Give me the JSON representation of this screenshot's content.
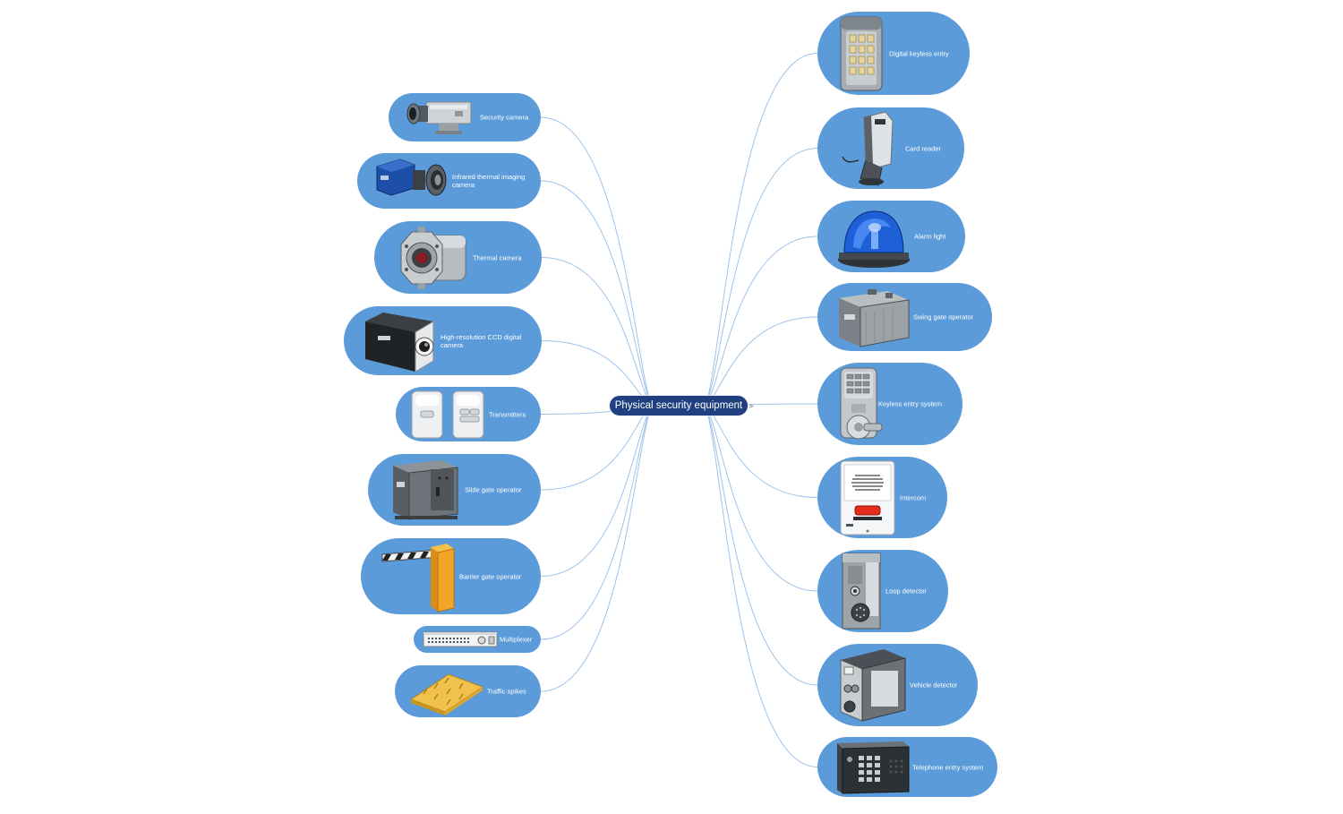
{
  "central_topic": "Physical security equipment",
  "colors": {
    "node_fill": "#5b9bd9",
    "central_fill": "#1f3f7f",
    "connector": "#9ec3ea",
    "label_text": "#ffffff"
  },
  "left_nodes": [
    {
      "label": "Security camera",
      "icon": "security-camera-icon"
    },
    {
      "label": "Infrared thermal imaging camera",
      "icon": "infrared-thermal-imaging-camera-icon"
    },
    {
      "label": "Thermal camera",
      "icon": "thermal-camera-icon"
    },
    {
      "label": "High-resolution CCD digital camera",
      "icon": "ccd-digital-camera-icon"
    },
    {
      "label": "Transmitters",
      "icon": "transmitters-icon"
    },
    {
      "label": "Slide gate operator",
      "icon": "slide-gate-operator-icon"
    },
    {
      "label": "Barrier gate operator",
      "icon": "barrier-gate-operator-icon"
    },
    {
      "label": "Multiplexer",
      "icon": "multiplexer-icon"
    },
    {
      "label": "Traffic spikes",
      "icon": "traffic-spikes-icon"
    }
  ],
  "right_nodes": [
    {
      "label": "Digital keyless entry",
      "icon": "digital-keyless-entry-icon"
    },
    {
      "label": "Card reader",
      "icon": "card-reader-icon"
    },
    {
      "label": "Alarm light",
      "icon": "alarm-light-icon"
    },
    {
      "label": "Swing gate operator",
      "icon": "swing-gate-operator-icon"
    },
    {
      "label": "Keyless entry system",
      "icon": "keyless-entry-system-icon"
    },
    {
      "label": "Intercom",
      "icon": "intercom-icon"
    },
    {
      "label": "Loop detector",
      "icon": "loop-detector-icon"
    },
    {
      "label": "Vehicle detector",
      "icon": "vehicle-detector-icon"
    },
    {
      "label": "Telephone entry system",
      "icon": "telephone-entry-system-icon"
    }
  ]
}
